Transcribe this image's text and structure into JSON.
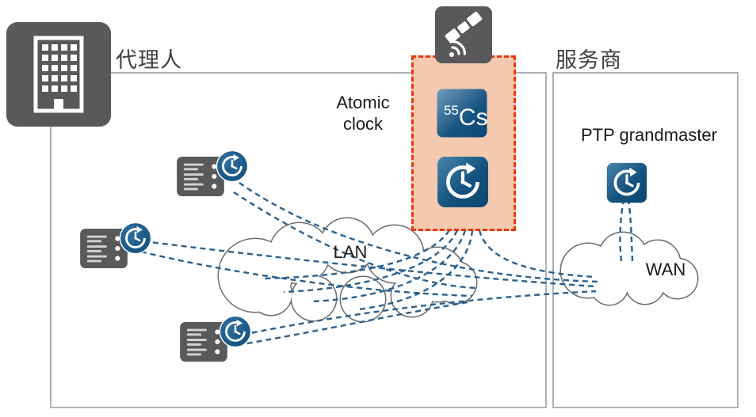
{
  "labels": {
    "agent": "代理人",
    "provider": "服务商",
    "atomic_clock": "Atomic clock",
    "ptp_grandmaster": "PTP grandmaster",
    "lan": "LAN",
    "wan": "WAN",
    "cesium_mass_number": "55",
    "cesium_symbol": "Cs"
  },
  "icons": {
    "building-icon": "office building tile",
    "satellite-icon": "satellite with signal waves tile",
    "server-icon": "rack server",
    "clock-sync-icon": "clock with circular sync arrow",
    "cesium-icon": "55Cs cesium element tile"
  },
  "colors": {
    "icon_gray": "#58595b",
    "cloud_outline": "#6d6e71",
    "region_border": "#9b9da0",
    "clock_blue_dark": "#0d4a78",
    "clock_blue_light": "#4a85ad",
    "link_blue": "#2a618c",
    "atomic_box_fill": "#f5c9b0",
    "atomic_box_border": "#e8380d",
    "label_text": "#3f4043"
  }
}
